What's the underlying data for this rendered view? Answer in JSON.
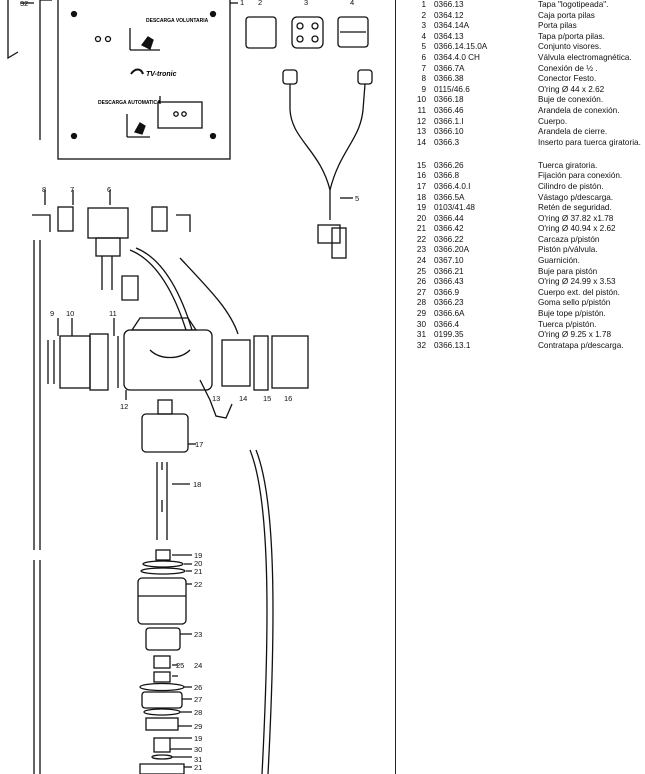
{
  "panel_labels": {
    "manual": "DESCARGA\nVOLUNTARIA",
    "automatic": "DESCARGA\nAUTOMATICA",
    "brand": "TV-tronic"
  },
  "callouts": [
    "1",
    "2",
    "3",
    "4",
    "5",
    "6",
    "7",
    "8",
    "9",
    "10",
    "11",
    "12",
    "13",
    "14",
    "15",
    "16",
    "17",
    "18",
    "19",
    "20",
    "21",
    "22",
    "23",
    "24",
    "25",
    "26",
    "27",
    "28",
    "29",
    "30",
    "31",
    "32"
  ],
  "parts": [
    {
      "no": "1",
      "code": "0366.13",
      "desc": "Tapa \"logotipeada\"."
    },
    {
      "no": "2",
      "code": "0364.12",
      "desc": "Caja porta pilas"
    },
    {
      "no": "3",
      "code": "0364.14A",
      "desc": "Porta pilas"
    },
    {
      "no": "4",
      "code": "0364.13",
      "desc": "Tapa p/porta pilas."
    },
    {
      "no": "5",
      "code": "0366.14.15.0A",
      "desc": "Conjunto visores."
    },
    {
      "no": "6",
      "code": "0364.4.0 CH",
      "desc": "Válvula electromagnética."
    },
    {
      "no": "7",
      "code": "0366.7A",
      "desc": "Conexión de ½ ."
    },
    {
      "no": "8",
      "code": "0366.38",
      "desc": "Conector Festo."
    },
    {
      "no": "9",
      "code": "0115/46.6",
      "desc": "O'ring Ø  44 x 2.62"
    },
    {
      "no": "10",
      "code": "0366.18",
      "desc": "Buje de conexión."
    },
    {
      "no": "11",
      "code": "0366.46",
      "desc": "Arandela de conexión."
    },
    {
      "no": "12",
      "code": "0366.1.I",
      "desc": "Cuerpo."
    },
    {
      "no": "13",
      "code": "0366.10",
      "desc": "Arandela de cierre."
    },
    {
      "no": "14",
      "code": "0366.3",
      "desc": "Inserto para tuerca giratoria."
    },
    {
      "no": "15",
      "code": "0366.26",
      "desc": "Tuerca giratoria."
    },
    {
      "no": "16",
      "code": "0366.8",
      "desc": "Fijación para conexión."
    },
    {
      "no": "17",
      "code": "0366.4.0.I",
      "desc": "Cilindro de pistón."
    },
    {
      "no": "18",
      "code": "0366.5A",
      "desc": "Vástago p/descarga."
    },
    {
      "no": "19",
      "code": "0103/41.48",
      "desc": "Retén de seguridad."
    },
    {
      "no": "20",
      "code": "0366.44",
      "desc": "O'ring Ø 37.82 x1.78"
    },
    {
      "no": "21",
      "code": "0366.42",
      "desc": "O'ring Ø 40.94 x 2.62"
    },
    {
      "no": "22",
      "code": "0366.22",
      "desc": "Carcaza p/pistón"
    },
    {
      "no": "23",
      "code": "0366.20A",
      "desc": "Pistón p/válvula."
    },
    {
      "no": "24",
      "code": "0367.10",
      "desc": "Guarnición."
    },
    {
      "no": "25",
      "code": "0366.21",
      "desc": "Buje para pistón"
    },
    {
      "no": "26",
      "code": "0366.43",
      "desc": "O'ring Ø 24.99 x 3.53"
    },
    {
      "no": "27",
      "code": "0366.9",
      "desc": "Cuerpo ext. del pistón."
    },
    {
      "no": "28",
      "code": "0366.23",
      "desc": "Goma sello p/pistón"
    },
    {
      "no": "29",
      "code": "0366.6A",
      "desc": "Buje tope p/pistón."
    },
    {
      "no": "30",
      "code": "0366.4",
      "desc": "Tuerca p/pistón."
    },
    {
      "no": "31",
      "code": "0199.35",
      "desc": "O'ring Ø 9.25 x 1.78"
    },
    {
      "no": "32",
      "code": "0366.13.1",
      "desc": "Contratapa p/descarga."
    }
  ]
}
